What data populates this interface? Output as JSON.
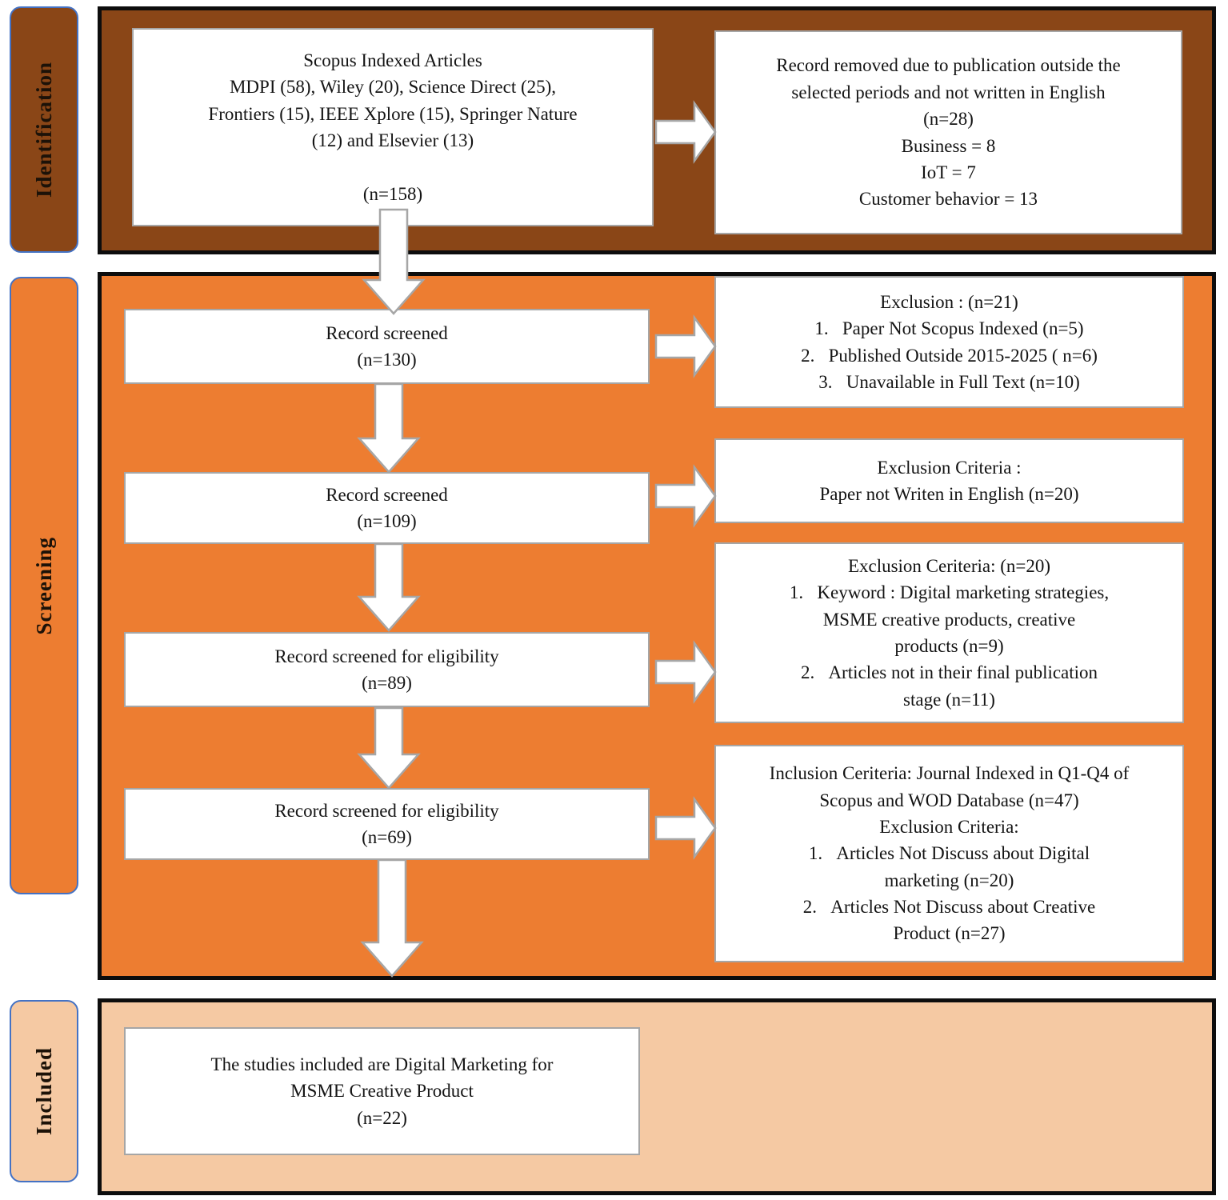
{
  "sidebar": {
    "identification": "Identification",
    "screening": "Screening",
    "included": "Included"
  },
  "boxes": {
    "id_source": [
      "Scopus Indexed Articles",
      "MDPI (58), Wiley (20), Science Direct (25),",
      "Frontiers (15), IEEE Xplore (15), Springer Nature",
      "(12) and Elsevier (13)",
      "",
      "(n=158)"
    ],
    "id_removed": [
      "Record removed due to publication outside the",
      "selected periods and not written in English",
      "(n=28)",
      "Business = 8",
      "IoT = 7",
      "Customer behavior = 13"
    ],
    "screened_130": [
      "Record screened",
      "(n=130)"
    ],
    "exclusion_21": [
      "Exclusion  : (n=21)",
      "1.   Paper Not Scopus Indexed (n=5)",
      "2.   Published Outside 2015-2025 ( n=6)",
      "3.   Unavailable in Full Text (n=10)"
    ],
    "screened_109": [
      "Record screened",
      "(n=109)"
    ],
    "exclusion_english": [
      "Exclusion Criteria :",
      "Paper not Writen in English (n=20)"
    ],
    "eligibility_89": [
      "Record screened for eligibility",
      "(n=89)"
    ],
    "exclusion_keywords": [
      "Exclusion Ceriteria: (n=20)",
      "1.   Keyword : Digital marketing strategies,",
      "MSME creative products, creative",
      "products (n=9)",
      "2.   Articles not in their final publication",
      "stage (n=11)"
    ],
    "eligibility_69": [
      "Record screened for eligibility",
      "(n=69)"
    ],
    "inclusion_criteria": [
      "Inclusion Ceriteria: Journal Indexed in Q1-Q4 of",
      "Scopus and WOD Database (n=47)",
      "Exclusion Criteria:",
      "1.   Articles Not Discuss about Digital",
      "marketing (n=20)",
      "2.   Articles Not Discuss about Creative",
      "Product (n=27)"
    ],
    "included_studies": [
      "The studies included are Digital Marketing for",
      "MSME Creative Product",
      "(n=22)"
    ]
  },
  "colors": {
    "identification_fill": "#8A4617",
    "screening_fill": "#ED7D31",
    "included_fill": "#F5C9A3",
    "stage_label_border": "#4472C4",
    "band_border": "#0D0D0D",
    "box_border": "#A6A6A6",
    "arrow_fill": "#FFFFFF",
    "arrow_border": "#A6A6A6",
    "text": "#141414"
  }
}
